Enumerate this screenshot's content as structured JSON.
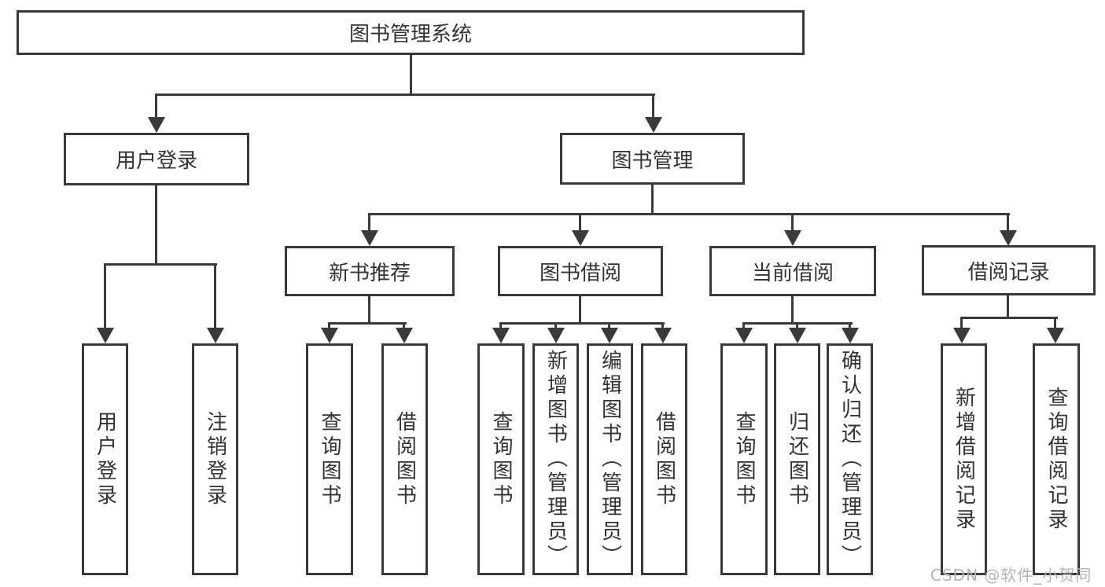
{
  "colors": {
    "line": "#3a3a3a",
    "text": "#333333",
    "watermark": "#b4b4b7",
    "background": "#ffffff"
  },
  "watermark": "CSDN @软件_小贺同学",
  "tree": {
    "label": "图书管理系统",
    "children": [
      {
        "label": "用户登录",
        "children": [
          {
            "label": "用户登录"
          },
          {
            "label": "注销登录"
          }
        ]
      },
      {
        "label": "图书管理",
        "children": [
          {
            "label": "新书推荐",
            "children": [
              {
                "label": "查询图书"
              },
              {
                "label": "借阅图书"
              }
            ]
          },
          {
            "label": "图书借阅",
            "children": [
              {
                "label": "查询图书"
              },
              {
                "label": "新增图书（管理员）"
              },
              {
                "label": "编辑图书（管理员）"
              },
              {
                "label": "借阅图书"
              }
            ]
          },
          {
            "label": "当前借阅",
            "children": [
              {
                "label": "查询图书"
              },
              {
                "label": "归还图书"
              },
              {
                "label": "确认归还（管理员）"
              }
            ]
          },
          {
            "label": "借阅记录",
            "children": [
              {
                "label": "新增借阅记录"
              },
              {
                "label": "查询借阅记录"
              }
            ]
          }
        ]
      }
    ]
  }
}
